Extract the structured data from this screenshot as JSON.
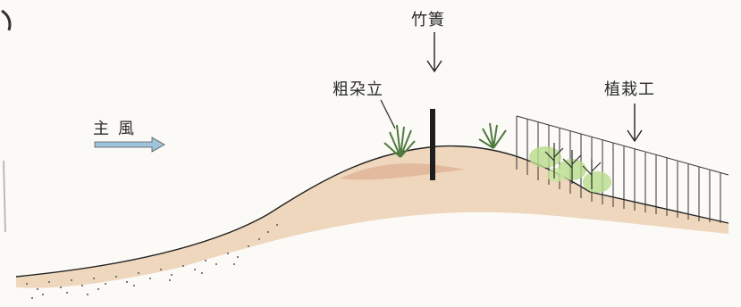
{
  "labels": {
    "bamboo_fence": "竹簀",
    "brush_fence": "粗朶立",
    "planting_work": "植栽工",
    "prevailing_wind": "主風"
  },
  "colors": {
    "sand_fill": "#e9c8a8",
    "sand_dots": "#555555",
    "wind_arrow": "#9ec4dc",
    "vegetation": "#4f7a3e",
    "foliage": "#b8dc8c",
    "ink": "#2b2b2b"
  }
}
